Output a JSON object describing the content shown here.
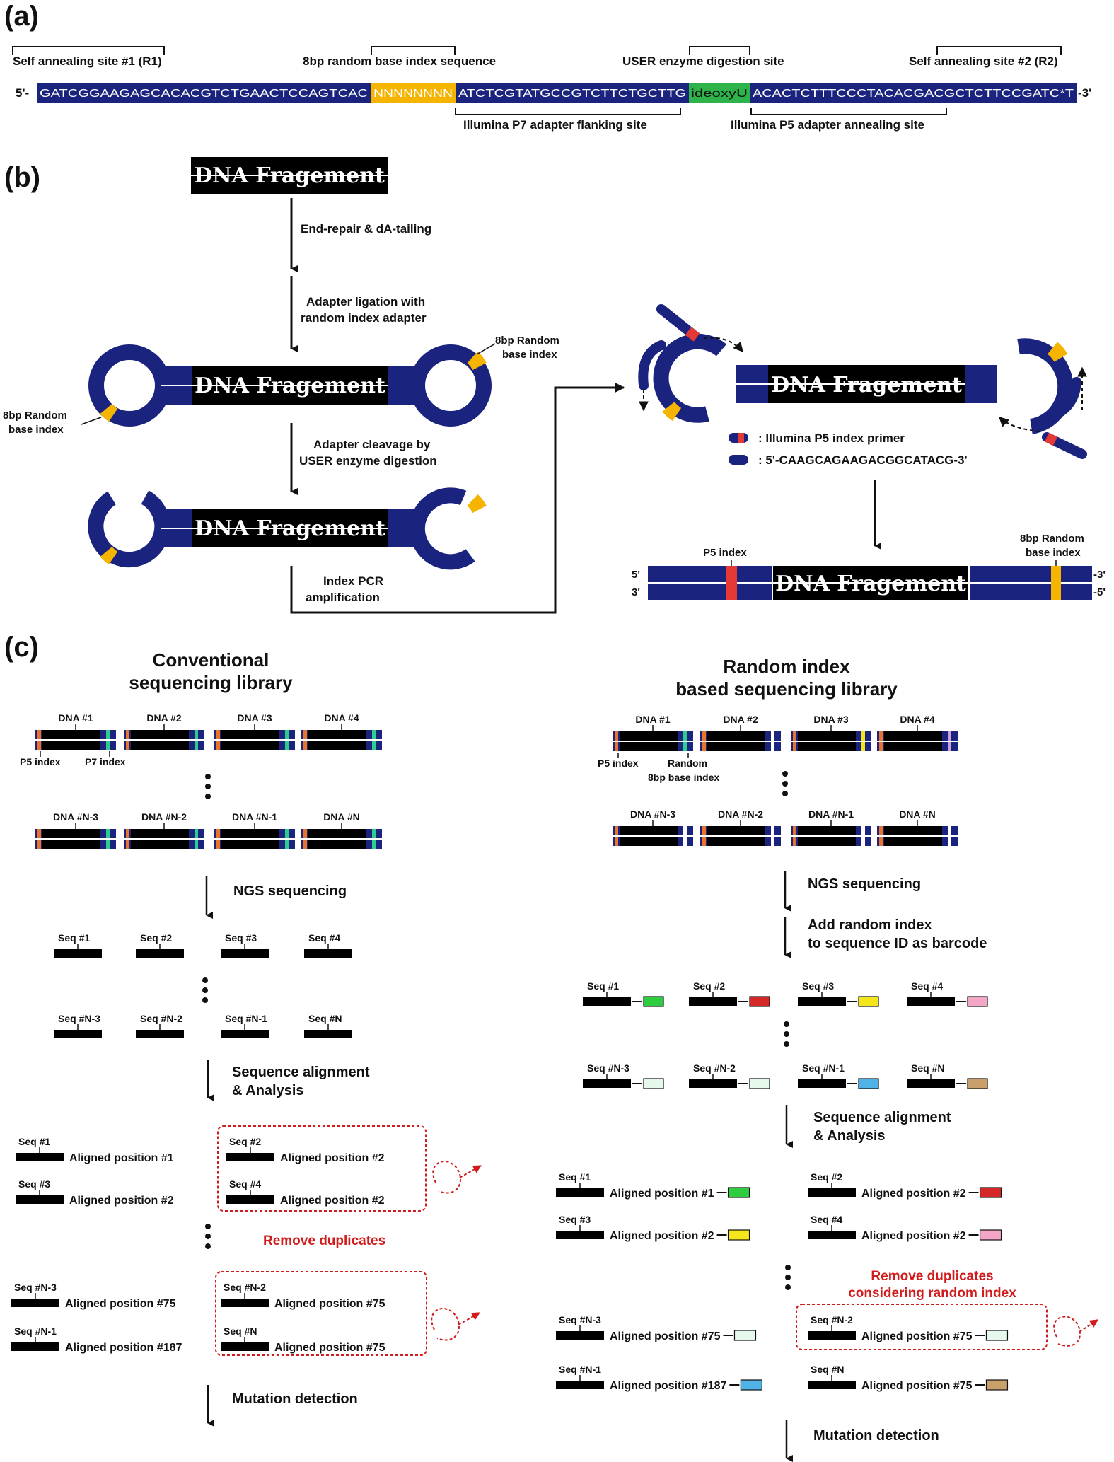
{
  "panel_a": {
    "label": "(a)",
    "r1_label": "Self annealing site #1 (R1)",
    "random_label": "8bp random base index sequence",
    "user_label": "USER enzyme digestion site",
    "r2_label": "Self annealing site #2 (R2)",
    "five_prime": "5'-",
    "three_prime": "-3'",
    "seq_r1": "GATCGGAAGAGCACACGTCTGAACTCCAGTCAC",
    "seq_random": "NNNNNNNN",
    "seq_p7": "ATCTCGTATGCCGTCTTCTGCTTG",
    "seq_user": "ideoxyU",
    "seq_p5": "ACACTCTTTCCCTACACGACGCTCTTCCGATC*T",
    "p7_label": "Illumina P7 adapter flanking site",
    "p5_label": "Illumina P5 adapter annealing site",
    "colors": {
      "dna": "#1a237e",
      "random": "#f4b400",
      "user": "#2db34a"
    }
  },
  "panel_b": {
    "label": "(b)",
    "dna_fragment": "DNA Fragement",
    "step1": "End-repair & dA-tailing",
    "step2_l1": "Adapter ligation with",
    "step2_l2": "random index adapter",
    "random_idx_l1": "8bp Random",
    "random_idx_l2": "base index",
    "step3_l1": "Adapter cleavage by",
    "step3_l2": "USER enzyme digestion",
    "step4_l1": "Index PCR",
    "step4_l2": "amplification",
    "legend_p5": ": Illumina P5 index primer",
    "legend_seq": ": 5'-CAAGCAGAAGACGGCATACG-3'",
    "p5_index": "P5 index",
    "five_prime": "5'",
    "three_prime": "3'",
    "end_right_top": "-3'",
    "end_right_bottom": "-5'",
    "colors": {
      "p5": "#e53935"
    }
  },
  "panel_c": {
    "label": "(c)",
    "left": {
      "title_l1": "Conventional",
      "title_l2": "sequencing library",
      "dna_top": [
        "DNA #1",
        "DNA #2",
        "DNA #3",
        "DNA #4"
      ],
      "dna_bottom": [
        "DNA #N-3",
        "DNA #N-2",
        "DNA #N-1",
        "DNA #N"
      ],
      "p5_index": "P5 index",
      "p7_index": "P7 index",
      "ngs": "NGS sequencing",
      "seq_top": [
        "Seq #1",
        "Seq #2",
        "Seq #3",
        "Seq #4"
      ],
      "seq_bottom": [
        "Seq #N-3",
        "Seq #N-2",
        "Seq #N-1",
        "Seq #N"
      ],
      "align_l1": "Sequence alignment",
      "align_l2": "& Analysis",
      "aligned": [
        {
          "seq": "Seq #1",
          "pos": "Aligned position #1"
        },
        {
          "seq": "Seq #2",
          "pos": "Aligned position #2"
        },
        {
          "seq": "Seq #3",
          "pos": "Aligned position #2"
        },
        {
          "seq": "Seq #4",
          "pos": "Aligned position #2"
        },
        {
          "seq": "Seq #N-3",
          "pos": "Aligned position #75"
        },
        {
          "seq": "Seq #N-2",
          "pos": "Aligned position #75"
        },
        {
          "seq": "Seq #N-1",
          "pos": "Aligned position #187"
        },
        {
          "seq": "Seq #N",
          "pos": "Aligned position #75"
        }
      ],
      "remove": "Remove duplicates",
      "mutation": "Mutation detection"
    },
    "right": {
      "title_l1": "Random index",
      "title_l2": "based sequencing library",
      "dna_top": [
        "DNA #1",
        "DNA #2",
        "DNA #3",
        "DNA #4"
      ],
      "dna_bottom": [
        "DNA #N-3",
        "DNA #N-2",
        "DNA #N-1",
        "DNA #N"
      ],
      "p5_index": "P5 index",
      "random_l1": "Random",
      "random_l2": "8bp base index",
      "ngs": "NGS sequencing",
      "add_l1": "Add random index",
      "add_l2": "to sequence ID as barcode",
      "seq_top": [
        "Seq #1",
        "Seq #2",
        "Seq #3",
        "Seq #4"
      ],
      "seq_bottom": [
        "Seq #N-3",
        "Seq #N-2",
        "Seq #N-1",
        "Seq #N"
      ],
      "align_l1": "Sequence alignment",
      "align_l2": "& Analysis",
      "aligned": [
        {
          "seq": "Seq #1",
          "pos": "Aligned position #1"
        },
        {
          "seq": "Seq #2",
          "pos": "Aligned position #2"
        },
        {
          "seq": "Seq #3",
          "pos": "Aligned position #2"
        },
        {
          "seq": "Seq #4",
          "pos": "Aligned position #2"
        },
        {
          "seq": "Seq #N-3",
          "pos": "Aligned position #75"
        },
        {
          "seq": "Seq #N-2",
          "pos": "Aligned position #75"
        },
        {
          "seq": "Seq #N-1",
          "pos": "Aligned position #187"
        },
        {
          "seq": "Seq #N",
          "pos": "Aligned position #75"
        }
      ],
      "remove_l1": "Remove duplicates",
      "remove_l2": "considering random index",
      "mutation": "Mutation detection",
      "barcode_colors": {
        "seq1": "#2ecc40",
        "seq2": "#d62728",
        "seq3": "#f5e51b",
        "seq4": "#f4a6c7",
        "seqN3": "#e6f7ec",
        "seqN2": "#e6f7ec",
        "seqN1": "#4fb3e8",
        "seqN": "#c9a06a"
      }
    }
  }
}
